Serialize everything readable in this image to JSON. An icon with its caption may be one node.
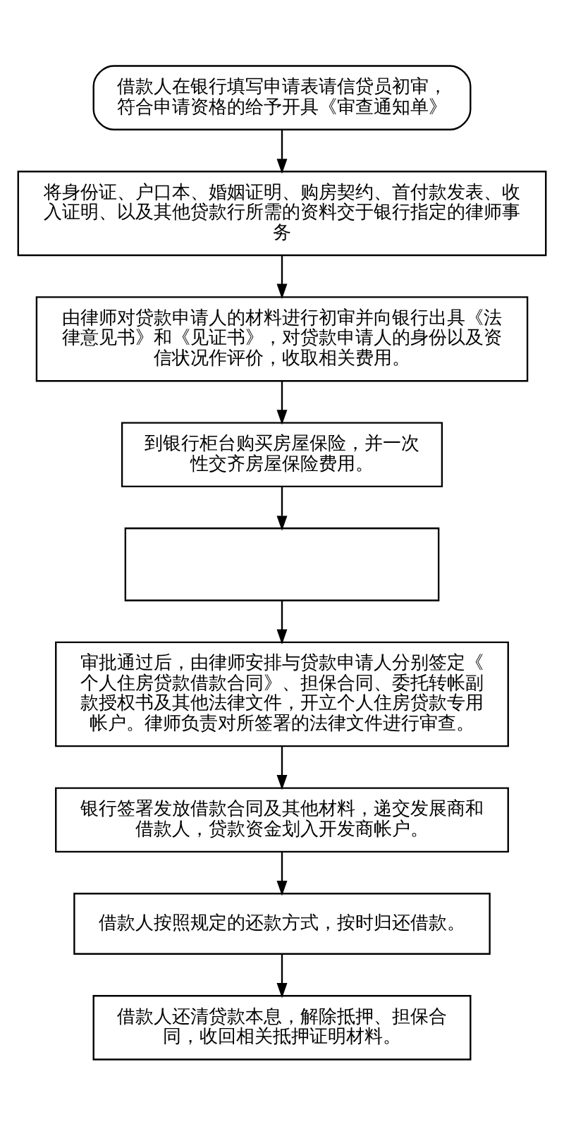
{
  "diagram": {
    "nodes": [
      {
        "text": [
          "借款人在银行填写申请表请信贷员初审，符合申请资格的给予开具《审查通知单》"
        ]
      },
      {
        "text": [
          "将身份证、户口本、婚姻证明、购房契约、首付款发表、收入证明、以及其他贷款行所需的资料交于银行指定的律师事务"
        ]
      },
      {
        "text": [
          "由律师对贷款申请人的材料进行初审并向银行出具《法律意见书》和《见证书》，对贷款申请人的身份以及资信状况作评价，收取相关费用。"
        ]
      },
      {
        "text": [
          "到银行柜台购买房屋保险，并一次性交齐房屋保险费用。"
        ]
      },
      {
        "text": [],
        "shape": "box"
      },
      {
        "text": [
          "审批通过后，由律师安排与贷款申请人分别签定《个人住房贷款借款合同》、担保合同、委托转帐副款授权书及其他法律文件，开立个人住房贷款专用帐户。律师负责对所签署的法律文件进行审查。"
        ]
      },
      {
        "text": [
          "银行签署发放借款合同及其他材料，递交发展商和借款人，贷款资金划入开发商帐户。"
        ]
      },
      {
        "text": [
          "借款人按照规定的还款方式，按时归还借款。"
        ]
      },
      {
        "text": [
          "借款人还清贷款本息，解除抵押、担保合同，收回相关抵押证明材料。"
        ]
      }
    ],
    "edges": [
      {
        "from": 0,
        "to": 1,
        "arrow": "to"
      },
      {
        "from": 1,
        "to": 2,
        "arrow": "to"
      },
      {
        "from": 2,
        "to": 3,
        "arrow": "to"
      },
      {
        "from": 3,
        "to": 4,
        "arrow": "to"
      },
      {
        "from": 4,
        "to": 5,
        "arrow": "to"
      },
      {
        "from": 5,
        "to": 6,
        "arrow": "to"
      },
      {
        "from": 6,
        "to": 7,
        "arrow": "to"
      },
      {
        "from": 7,
        "to": 8,
        "arrow": "to"
      }
    ]
  }
}
